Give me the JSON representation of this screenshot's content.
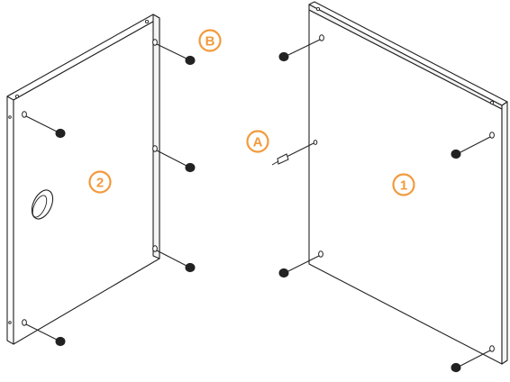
{
  "labels": {
    "part_1": "1",
    "part_2": "2",
    "part_a": "A",
    "part_b": "B"
  },
  "colors": {
    "accent": "#F39A3C",
    "line": "#222222",
    "panel_fill": "#ffffff"
  }
}
